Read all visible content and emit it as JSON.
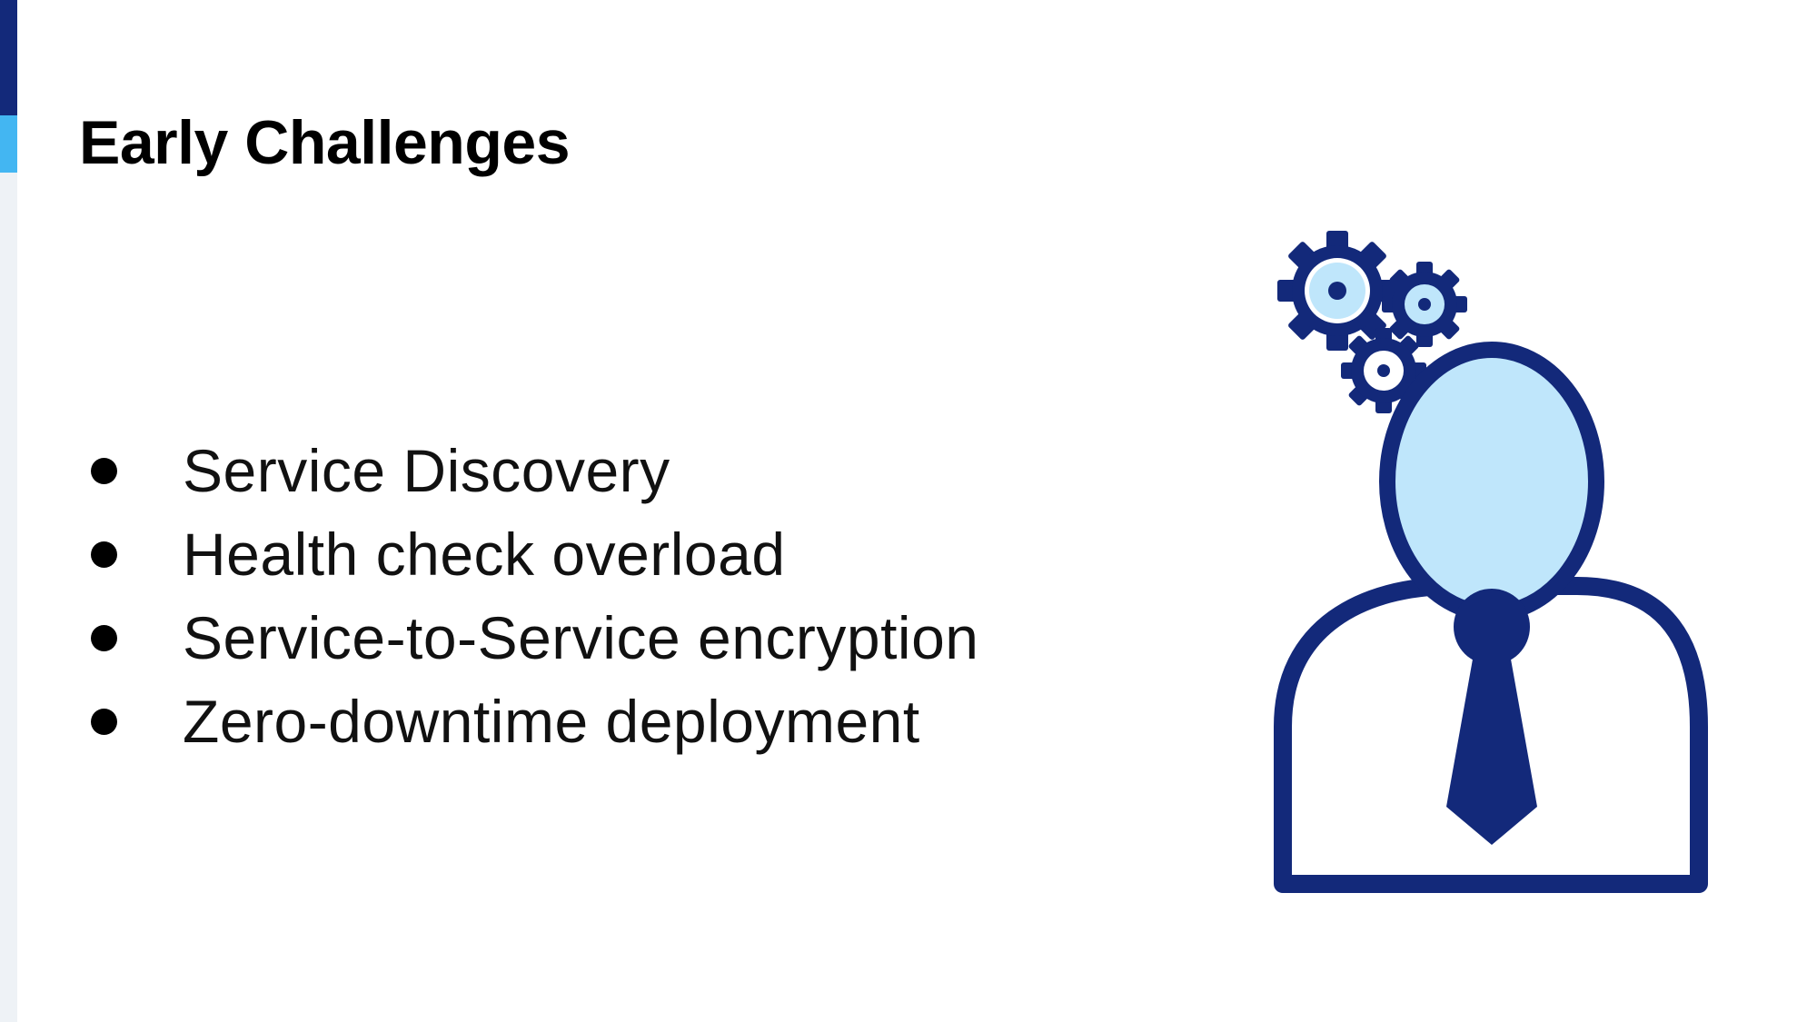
{
  "slide": {
    "title": "Early Challenges",
    "bullets": [
      "Service Discovery",
      "Health check overload",
      "Service-to-Service encryption",
      "Zero-downtime deployment"
    ],
    "illustration_icon": "person-with-gears-icon"
  },
  "colors": {
    "navy": "#13297a",
    "light_blue": "#bfe6fb",
    "accent_light": "#43b6f2",
    "background": "#ffffff"
  }
}
